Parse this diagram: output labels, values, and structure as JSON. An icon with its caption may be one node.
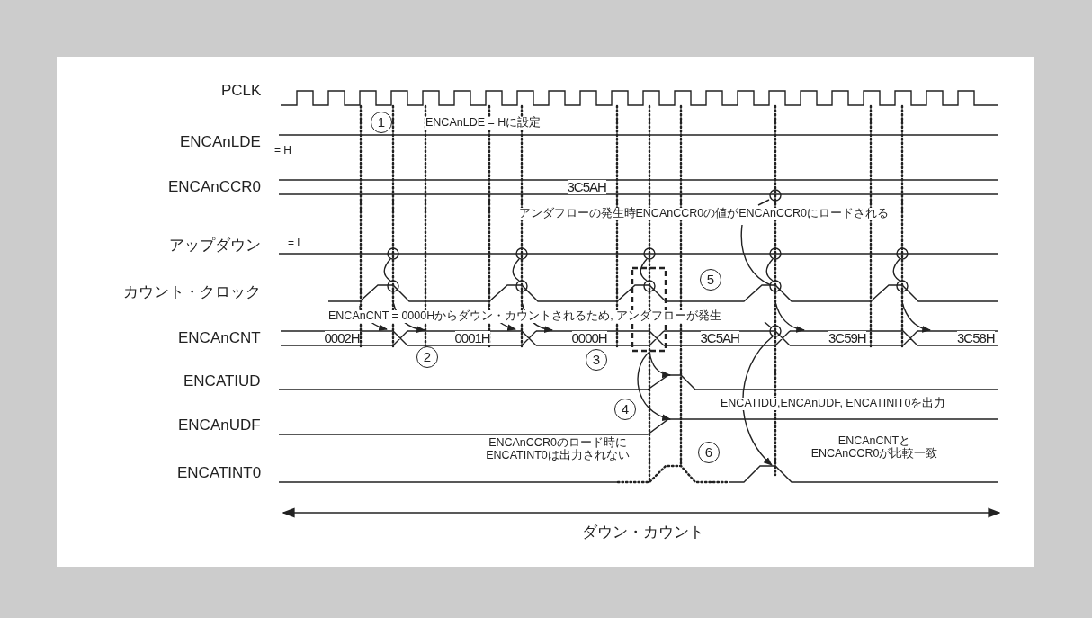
{
  "diagram": {
    "labels": [
      "PCLK",
      "1",
      "ENCAnLDE = Hに設定",
      "ENCAnLDE",
      "= H",
      "ENCAnCCR0",
      "3C5AH",
      "アンダフローの発生時ENCAnCCR0の値がENCAnCCR0にロードされる",
      "アップダウン",
      "= L",
      "カウント・クロック",
      "5",
      "ENCAnCNT = 0000Hからダウン・カウントされるため, アンダフローが発生",
      "ENCAnCNT",
      "0002H",
      "0001H",
      "0000H",
      "3C5AH",
      "3C59H",
      "3C58H",
      "2",
      "3",
      "ENCATIUD",
      "ENCATIDU,ENCAnUDF, ENCATINIT0を出力",
      "4",
      "ENCAnUDF",
      "ENCAnCCR0のロード時にENCATINT0は出力されない",
      "6",
      "ENCAnCNTとENCAnCCR0が比較一致",
      "ENCATINT0",
      "ダウン・カウント"
    ]
  }
}
